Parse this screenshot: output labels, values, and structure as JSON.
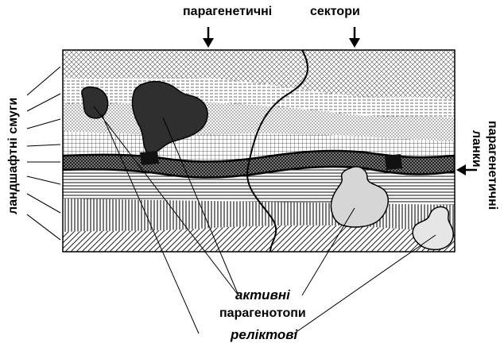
{
  "labels": {
    "sectors_left": "парагенетичні",
    "sectors_right": "сектори",
    "belts": "ландшафтні смуги",
    "links_line1": "парагенетичні",
    "links_line2": "ланки",
    "active": "активні",
    "paragenotopes": "парагенотопи",
    "relict": "реліктові"
  },
  "colors": {
    "ink": "#000000",
    "active_fill": "#2f2f2f",
    "relict_fill": "#d6d6d6",
    "background": "#ffffff"
  }
}
